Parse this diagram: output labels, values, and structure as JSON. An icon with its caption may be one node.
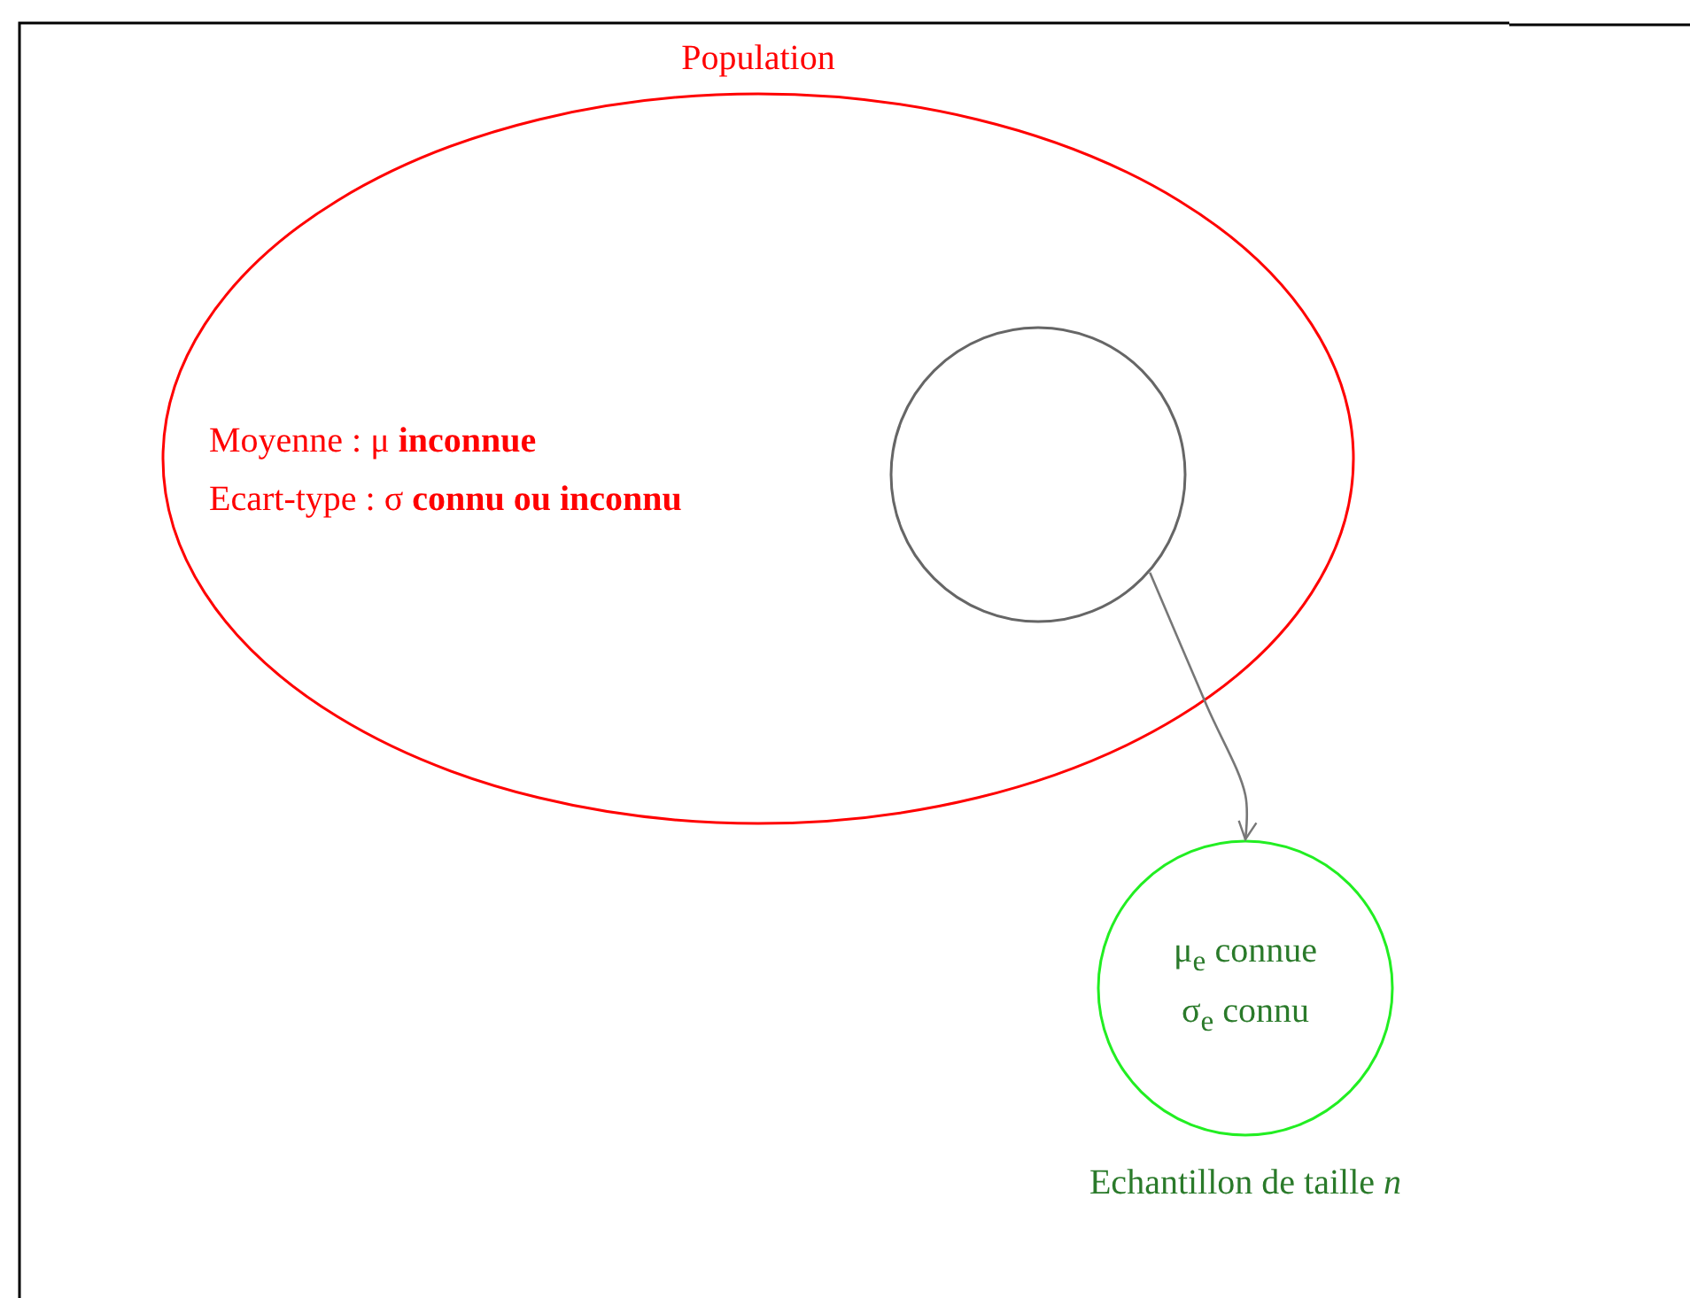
{
  "diagram": {
    "nodes": [
      {
        "text": [
          "Population",
          "Moyenne : μ **inconnue**",
          "Ecart-type : σ **connu ou inconnu**"
        ]
      },
      {
        "text": [],
        "shape": "circle",
        "in": 0
      },
      {
        "text": [
          "μ$_{e}$ connue",
          "σ$_{e}$ connu"
        ],
        "beside": [
          "Echantillon de taille *n*"
        ]
      }
    ],
    "edges": [
      {
        "from": 1,
        "to": 2,
        "arrow": "to",
        "color": "#777777"
      }
    ]
  }
}
